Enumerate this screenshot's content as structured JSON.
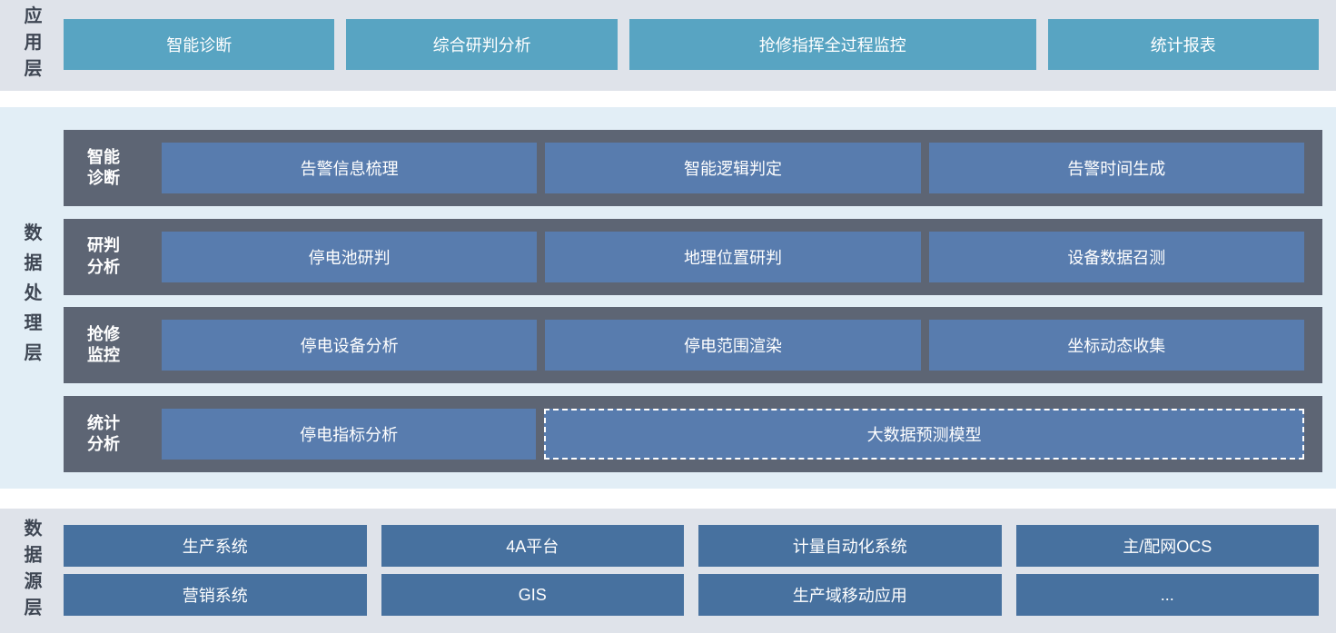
{
  "colors": {
    "app_layer_bg": "#dfe3ea",
    "processing_layer_bg": "#e2eef6",
    "source_layer_bg": "#dfe3ea",
    "app_button": "#58a4c2",
    "row_band": "#5d6574",
    "processing_box": "#587cae",
    "source_box": "#47719f",
    "section_label_text": "#3e4653",
    "box_text": "#ffffff"
  },
  "layers": {
    "application": {
      "label": "应用层",
      "buttons": [
        "智能诊断",
        "综合研判分析",
        "抢修指挥全过程监控",
        "统计报表"
      ]
    },
    "processing": {
      "label": "数据处理层",
      "rows": [
        {
          "label": [
            "智能",
            "诊断"
          ],
          "boxes": [
            "告警信息梳理",
            "智能逻辑判定",
            "告警时间生成"
          ]
        },
        {
          "label": [
            "研判",
            "分析"
          ],
          "boxes": [
            "停电池研判",
            "地理位置研判",
            "设备数据召测"
          ]
        },
        {
          "label": [
            "抢修",
            "监控"
          ],
          "boxes": [
            "停电设备分析",
            "停电范围渲染",
            "坐标动态收集"
          ]
        },
        {
          "label": [
            "统计",
            "分析"
          ],
          "boxes": [
            "停电指标分析",
            "大数据预测模型"
          ]
        }
      ]
    },
    "source": {
      "label": "数据源层",
      "rows": [
        [
          "生产系统",
          "4A平台",
          "计量自动化系统",
          "主/配网OCS"
        ],
        [
          "营销系统",
          "GIS",
          "生产域移动应用",
          "..."
        ]
      ]
    }
  }
}
